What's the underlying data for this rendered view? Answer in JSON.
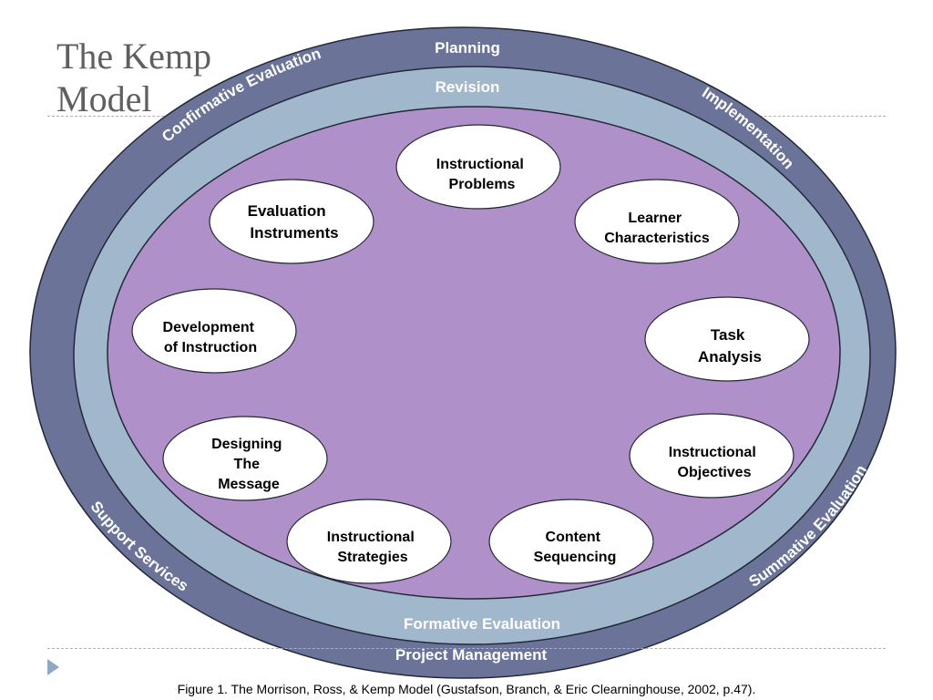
{
  "title": {
    "line1": "The Kemp",
    "line2": "Model"
  },
  "rings": {
    "outer_top": "Planning",
    "outer_bottom": "Project Management",
    "outer_upper_left": "Confirmative Evaluation",
    "outer_upper_right": "Implementation",
    "outer_lower_left": "Support Services",
    "outer_lower_right": "Summative Evaluation",
    "middle_top": "Revision",
    "middle_bottom": "Formative Evaluation"
  },
  "nodes": {
    "instructional_problems": {
      "line1": "Instructional",
      "line2": "Problems"
    },
    "learner_characteristics": {
      "line1": "Learner",
      "line2": "Characteristics"
    },
    "task_analysis": {
      "line1": "Task",
      "line2": "Analysis"
    },
    "instructional_objectives": {
      "line1": "Instructional",
      "line2": "Objectives"
    },
    "content_sequencing": {
      "line1": "Content",
      "line2": "Sequencing"
    },
    "instructional_strategies": {
      "line1": "Instructional",
      "line2": "Strategies"
    },
    "designing_message": {
      "line1": "Designing",
      "line2": "The",
      "line3": "Message"
    },
    "development_of_instruction": {
      "line1": "Development",
      "line2": "of Instruction"
    },
    "evaluation_instruments": {
      "line1": "Evaluation",
      "line2": "Instruments"
    }
  },
  "colors": {
    "outer_ring": "#6b7398",
    "middle_ring": "#a0b7cc",
    "inner": "#b090c8",
    "node": "#ffffff"
  },
  "caption": "Figure 1.  The Morrison, Ross, & Kemp Model (Gustafson, Branch, & Eric Clearninghouse, 2002, p.47)."
}
